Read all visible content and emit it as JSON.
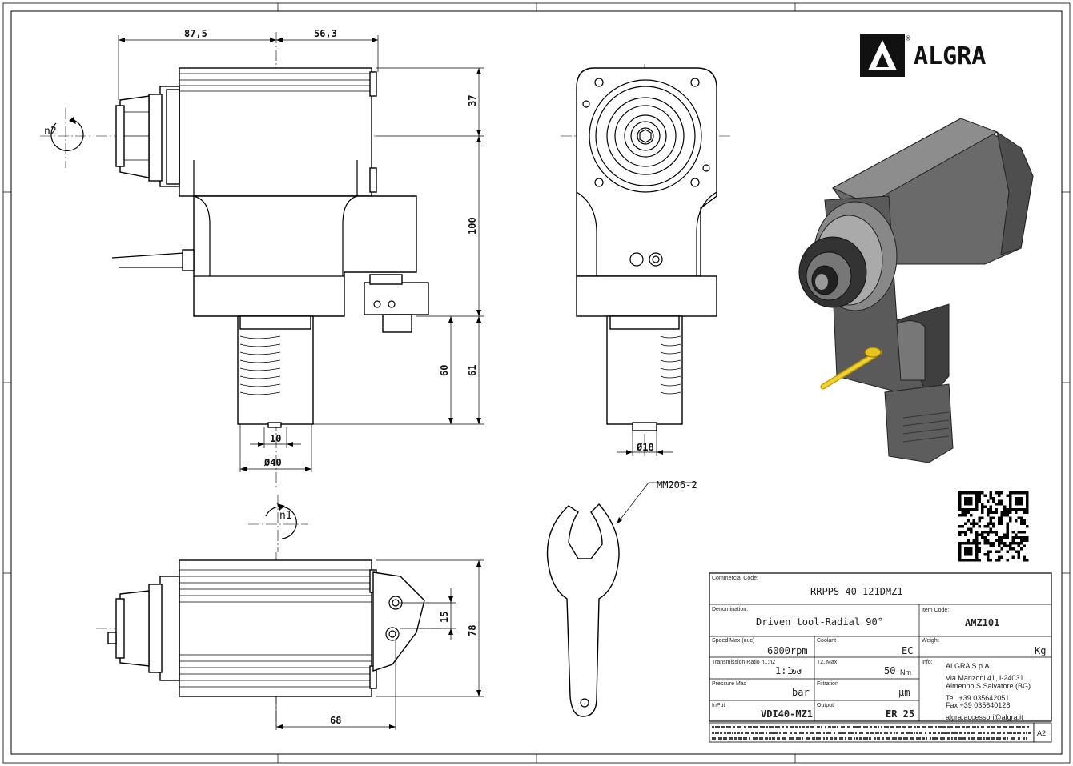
{
  "brand": {
    "name": "ALGRA",
    "registered": "®"
  },
  "dimensions": {
    "front_top_left": "87,5",
    "front_top_right": "56,3",
    "front_right_upper": "37",
    "front_right_main": "100",
    "front_right_lower_inner": "60",
    "front_right_lower_outer": "61",
    "front_bottom_small": "10",
    "front_bottom_diameter": "Ø40",
    "side_bottom_diameter": "Ø18",
    "top_right_small": "15",
    "top_right_main": "78",
    "top_bottom": "68"
  },
  "rotation_labels": {
    "n2": "n2",
    "n1": "n1"
  },
  "wrench_label": "MM206-2",
  "title_block": {
    "commercial_code_label": "Commercial Code:",
    "commercial_code": "RRPPS 40 121DMZ1",
    "denomination_label": "Denomination:",
    "denomination": "Driven tool-Radial 90°",
    "item_code_label": "Item Code:",
    "item_code": "AMZ101",
    "speed_label": "Speed Max (ouc)",
    "speed_value": "6000rpm",
    "coolant_label": "Coolant",
    "coolant_value": "EC",
    "weight_label": "Weight",
    "weight_value": "Kg",
    "ratio_label": "Transmission Ratio n1:n2",
    "ratio_value": "1:1",
    "torque_label": "T2. Max",
    "torque_value": "50",
    "torque_unit": "Nm",
    "info_label": "Info:",
    "pressure_label": "Pressure Max",
    "pressure_value": "bar",
    "filtration_label": "Filtration",
    "filtration_value": "µm",
    "input_label": "InPut",
    "input_value": "VDI40-MZ1",
    "output_label": "Output",
    "output_value": "ER 25",
    "company": "ALGRA S.p.A.",
    "address1": "Via Manzoni 41, I-24031",
    "address2": "Almenno S.Salvatore (BG)",
    "tel": "Tel. +39 035642051",
    "fax": "Fax +39 035640128",
    "email": "algra.accessori@algra.it",
    "sheet_size": "A2"
  }
}
